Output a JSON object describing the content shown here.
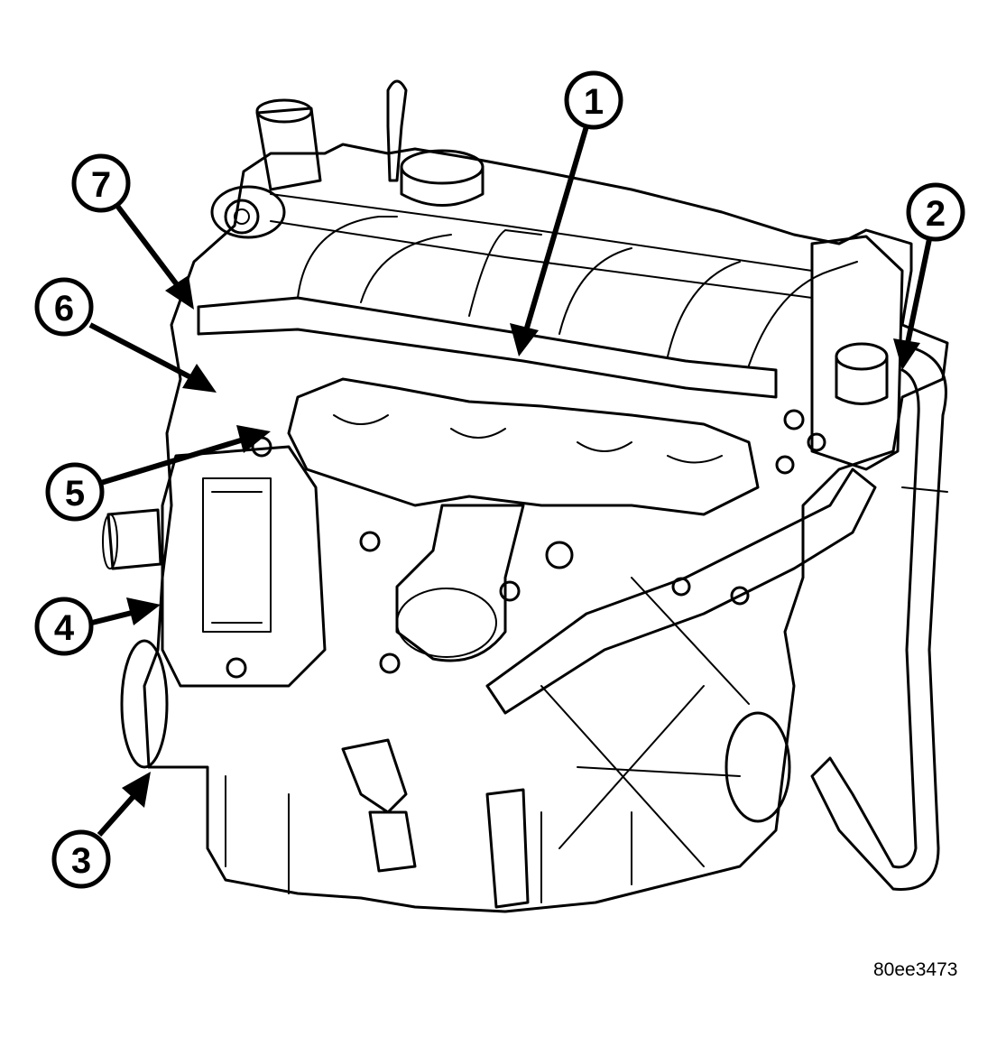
{
  "figure_id": "80ee3473",
  "callouts": [
    {
      "label": "1"
    },
    {
      "label": "2"
    },
    {
      "label": "3"
    },
    {
      "label": "4"
    },
    {
      "label": "5"
    },
    {
      "label": "6"
    },
    {
      "label": "7"
    }
  ],
  "colors": {
    "ink": "#000000",
    "paper": "#ffffff"
  }
}
